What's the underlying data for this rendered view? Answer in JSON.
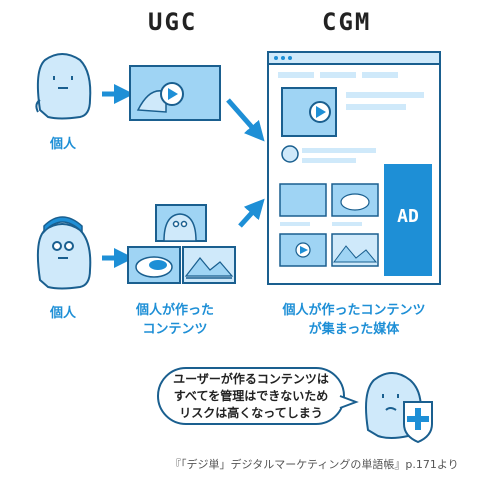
{
  "headings": {
    "ugc": "UGC",
    "cgm": "CGM"
  },
  "labels": {
    "individual_top": "個人",
    "individual_bottom": "個人",
    "ugc_caption_line1": "個人が作った",
    "ugc_caption_line2": "コンテンツ",
    "cgm_caption_line1": "個人が作ったコンテンツ",
    "cgm_caption_line2": "が集まった媒体",
    "ad": "AD"
  },
  "bubble": {
    "line1": "ユーザーが作るコンテンツは",
    "line2": "すべてを管理はできないため",
    "line3": "リスクは高くなってしまう"
  },
  "source": "『「デジ単」デジタルマーケティングの単語帳』p.171より",
  "colors": {
    "accent": "#1e8fd6",
    "light": "#cfe9fa",
    "mid": "#9fd4f4",
    "dark": "#1a5f8f"
  }
}
